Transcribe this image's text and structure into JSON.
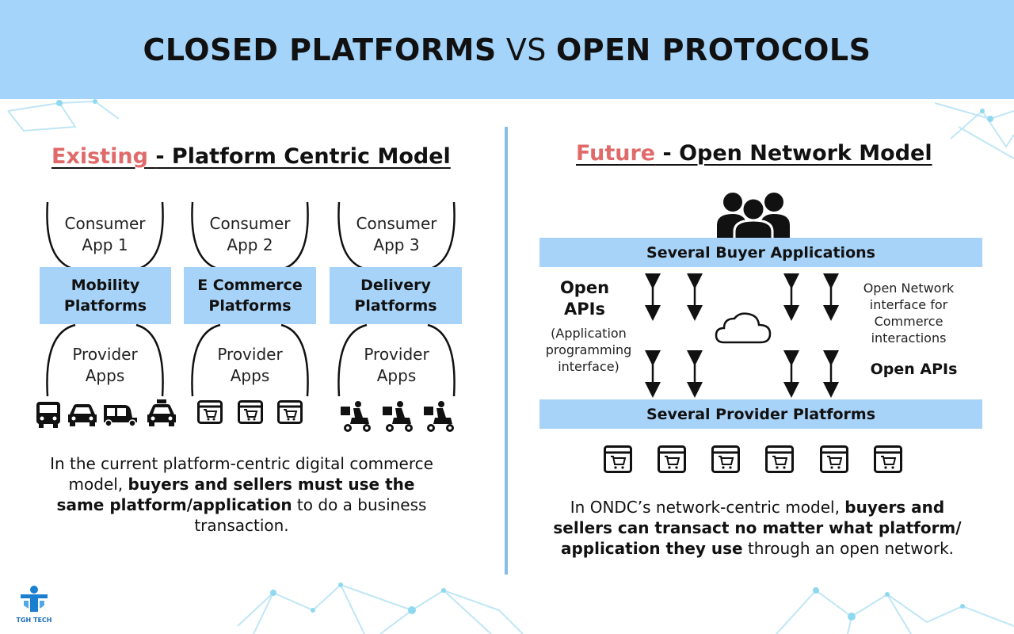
{
  "header": {
    "title_left": "CLOSED PLATFORMS",
    "title_vs": "VS",
    "title_right": "OPEN PROTOCOLS"
  },
  "left": {
    "title_highlight": "Existing",
    "title_rest": "- Platform Centric Model",
    "columns": [
      {
        "consumer_line1": "Consumer",
        "consumer_line2": "App 1",
        "platform_line1": "Mobility",
        "platform_line2": "Platforms",
        "provider_line1": "Provider",
        "provider_line2": "Apps"
      },
      {
        "consumer_line1": "Consumer",
        "consumer_line2": "App 2",
        "platform_line1": "E Commerce",
        "platform_line2": "Platforms",
        "provider_line1": "Provider",
        "provider_line2": "Apps"
      },
      {
        "consumer_line1": "Consumer",
        "consumer_line2": "App 3",
        "platform_line1": "Delivery",
        "platform_line2": "Platforms",
        "provider_line1": "Provider",
        "provider_line2": "Apps"
      }
    ],
    "icons": [
      "bus-icon",
      "car-icon",
      "auto-rickshaw-icon",
      "taxi-icon",
      "cart-icon",
      "cart-icon",
      "cart-icon",
      "delivery-scooter-icon",
      "delivery-scooter-icon",
      "delivery-scooter-icon"
    ],
    "paragraph_1": "In the current platform-centric digital commerce model, ",
    "paragraph_bold": "buyers and sellers must use the same platform/application",
    "paragraph_2": " to do a business transaction."
  },
  "right": {
    "title_highlight": "Future",
    "title_rest": "- Open Network Model",
    "buyer_band": "Several Buyer Applications",
    "provider_band": "Several Provider Platforms",
    "open_apis_line1": "Open",
    "open_apis_line2": "APIs",
    "api_note_line1": "(Application",
    "api_note_line2": "programming",
    "api_note_line3": "interface)",
    "network_note_line1": "Open Network",
    "network_note_line2": "interface for",
    "network_note_line3": "Commerce",
    "network_note_line4": "interactions",
    "open_apis_right": "Open APIs",
    "icons": [
      "users-icon",
      "cloud-icon",
      "cart-icon",
      "cart-icon",
      "cart-icon",
      "cart-icon",
      "cart-icon",
      "cart-icon"
    ],
    "paragraph_1": "In ONDC’s network-centric model, ",
    "paragraph_bold": "buyers and sellers can transact no matter what platform/ application they use",
    "paragraph_2": " through an open network."
  },
  "logo": {
    "text": "TGH TECH"
  },
  "colors": {
    "header_bg": "#a5d4fb",
    "box_bg": "#a8d3f8",
    "highlight": "#e06a6a",
    "divider": "#86bde6",
    "network_deco": "#7fd4ee"
  }
}
